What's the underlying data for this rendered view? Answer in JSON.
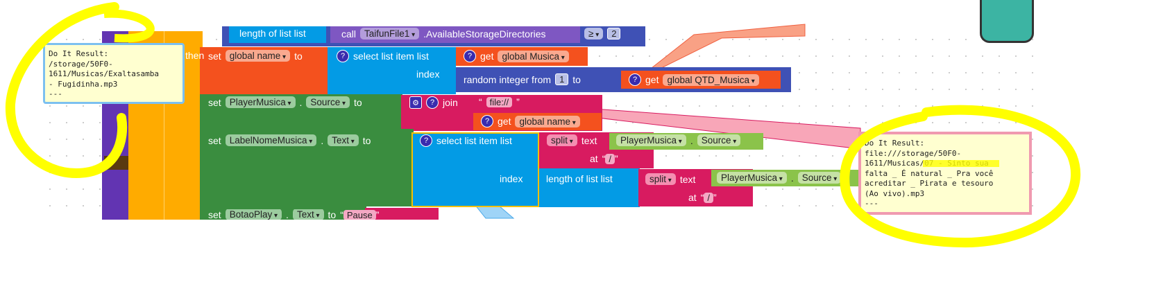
{
  "top_block": {
    "length_label": "length of list  list",
    "call_label": "call",
    "component": "TaifunFile1",
    "method": ".AvailableStorageDirectories",
    "op": "≥",
    "num": "2"
  },
  "then_label": "then",
  "block1": {
    "set": "set",
    "var": "global name",
    "to": "to",
    "select": "select list item  list",
    "index": "index",
    "get": "get",
    "get_var": "global Musica",
    "random": "random integer from",
    "from": "1",
    "rto": "to",
    "get2_var": "global QTD_Musica"
  },
  "block2": {
    "set": "set",
    "component": "PlayerMusica",
    "prop": "Source",
    "to": "to",
    "join": "join",
    "text1": "file://",
    "get": "get",
    "get_var": "global name"
  },
  "block3": {
    "set": "set",
    "component": "LabelNomeMusica",
    "prop": "Text",
    "to": "to",
    "select": "select list item  list",
    "index": "index",
    "split": "split",
    "text": "text",
    "src_comp": "PlayerMusica",
    "src_prop": "Source",
    "at": "at",
    "sep": "/",
    "length": "length of list  list"
  },
  "block4": {
    "set": "set",
    "component": "BotaoPlay",
    "prop": "Text",
    "to": "to",
    "value": "Pause"
  },
  "tooltip_left": {
    "text": "Do It Result:\n/storage/50F0-\n1611/Musicas/Exaltasamba\n- Fugidinha.mp3\n---"
  },
  "tooltip_right": {
    "text": "Do It Result:\nfile:///storage/50F0-\n1611/Musicas/07 - Sinto sua\nfalta _ É natural _ Pra você\nacreditar _ Pirata e tesouro\n(Ao vivo).mp3\n---"
  },
  "colors": {
    "annotation": "#ffff00",
    "set_green": "#3a8d3f",
    "orange": "#f4511e",
    "lists": "#039be5",
    "math": "#3f51b5",
    "text": "#d81b60"
  }
}
